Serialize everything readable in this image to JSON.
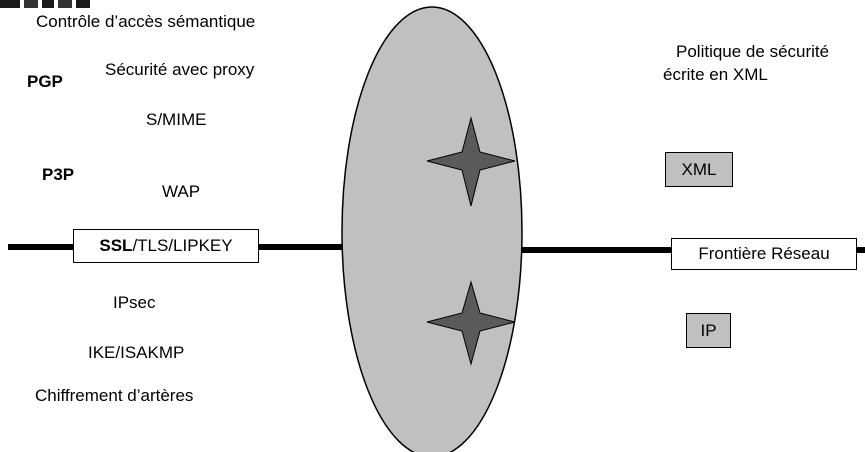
{
  "colors": {
    "ellipse_fill": "#c0c0c0",
    "star_fill": "#5a5a5a",
    "line_color": "#000000",
    "box_gray": "#c0c0c0",
    "box_white": "#ffffff"
  },
  "left_labels": {
    "semantic_access": "Contrôle d’accès sémantique",
    "pgp": "PGP",
    "proxy_security": "Sécurité avec proxy",
    "smime": "S/MIME",
    "p3p": "P3P",
    "wap": "WAP",
    "ipsec": "IPsec",
    "ike": "IKE/ISAKMP",
    "pipe_encryption": "Chiffrement d’artères"
  },
  "ssl_box": {
    "bold_part": "SSL",
    "rest_part": "/TLS/LIPKEY"
  },
  "right_labels": {
    "policy_line1": "Politique de sécurité",
    "policy_line2": "écrite en XML",
    "xml": "XML",
    "network_border": "Frontière Réseau",
    "ip": "IP"
  },
  "icons": {
    "ellipse": "gray-ellipse",
    "upper_star": "four-point-star-icon",
    "lower_star": "four-point-star-icon",
    "logo_fragment": "logo-fragment-icon"
  }
}
